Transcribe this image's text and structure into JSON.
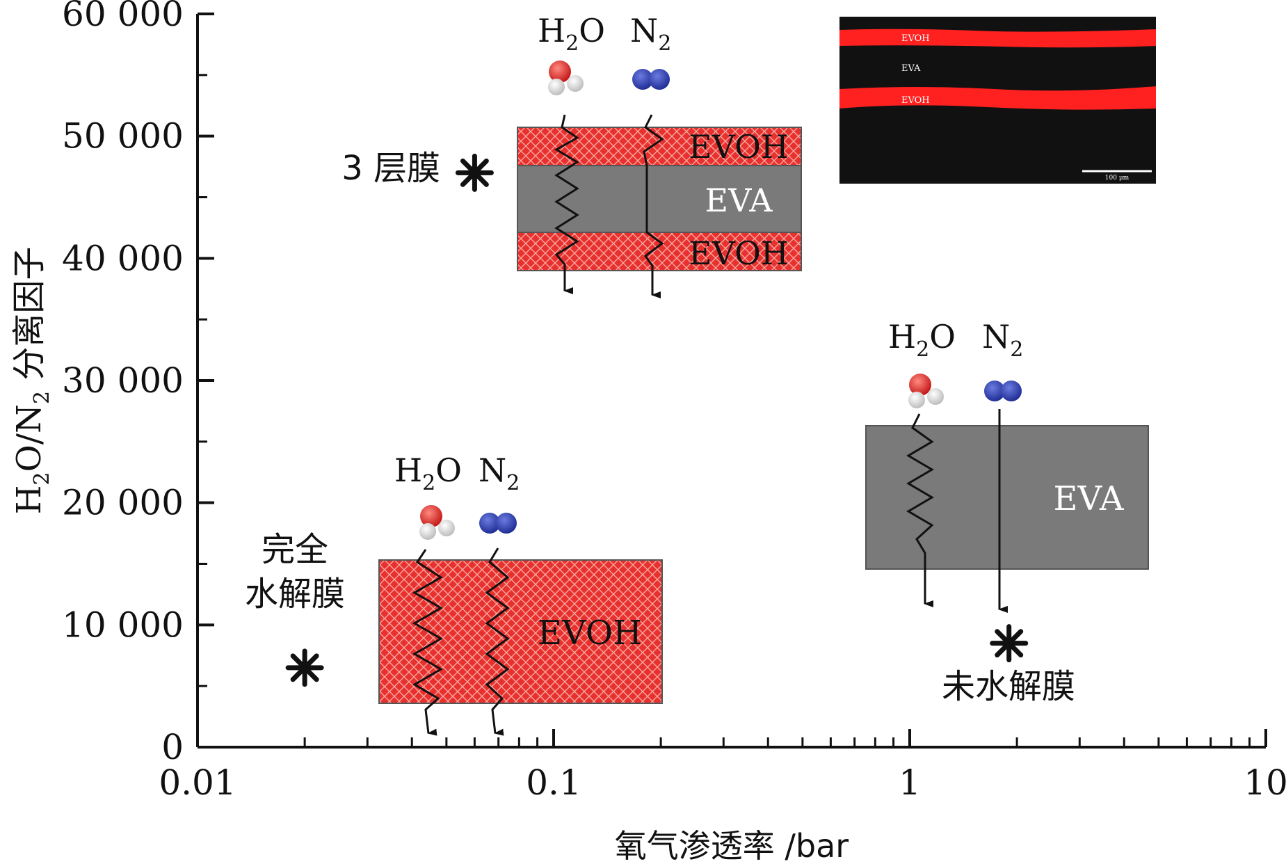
{
  "chart_data": {
    "type": "scatter",
    "title": "",
    "xlabel": "氧气渗透率 /bar",
    "ylabel_main": "H",
    "ylabel_sub1": "2",
    "ylabel_mid": "O/N",
    "ylabel_sub2": "2",
    "ylabel_tail": " 分离因子",
    "x_scale": "log",
    "xlim": [
      0.01,
      10
    ],
    "ylim": [
      0,
      60000
    ],
    "x_ticks": [
      {
        "value": 0.01,
        "label": "0.01"
      },
      {
        "value": 0.1,
        "label": "0.1"
      },
      {
        "value": 1,
        "label": "1"
      },
      {
        "value": 10,
        "label": "10"
      }
    ],
    "y_ticks": [
      {
        "value": 0,
        "label": "0"
      },
      {
        "value": 10000,
        "label": "10 000"
      },
      {
        "value": 20000,
        "label": "20 000"
      },
      {
        "value": 30000,
        "label": "30 000"
      },
      {
        "value": 40000,
        "label": "40 000"
      },
      {
        "value": 50000,
        "label": "50 000"
      },
      {
        "value": 60000,
        "label": "60 000"
      }
    ],
    "grid": false,
    "points": [
      {
        "x": 0.06,
        "y": 47000,
        "label": "3 层膜"
      },
      {
        "x": 0.02,
        "y": 6500,
        "label": "完全\n水解膜"
      },
      {
        "x": 1.9,
        "y": 8500,
        "label": "未水解膜"
      }
    ],
    "marker": "asterisk"
  },
  "insets": {
    "molecule_water_label": "H",
    "molecule_water_sub": "2",
    "molecule_water_tail": "O",
    "molecule_n2_label": "N",
    "molecule_n2_sub": "2",
    "layer_evoh": "EVOH",
    "layer_eva": "EVA",
    "micrograph_labels": [
      "EVOH",
      "EVA",
      "EVOH"
    ],
    "scale_bar": "100 μm"
  },
  "colors": {
    "evoh_red": "#e8302e",
    "eva_gray": "#7a7a7a",
    "water_oxygen": "#e02020",
    "nitrogen": "#2a3aa8",
    "micrograph_bg": "#111111"
  }
}
